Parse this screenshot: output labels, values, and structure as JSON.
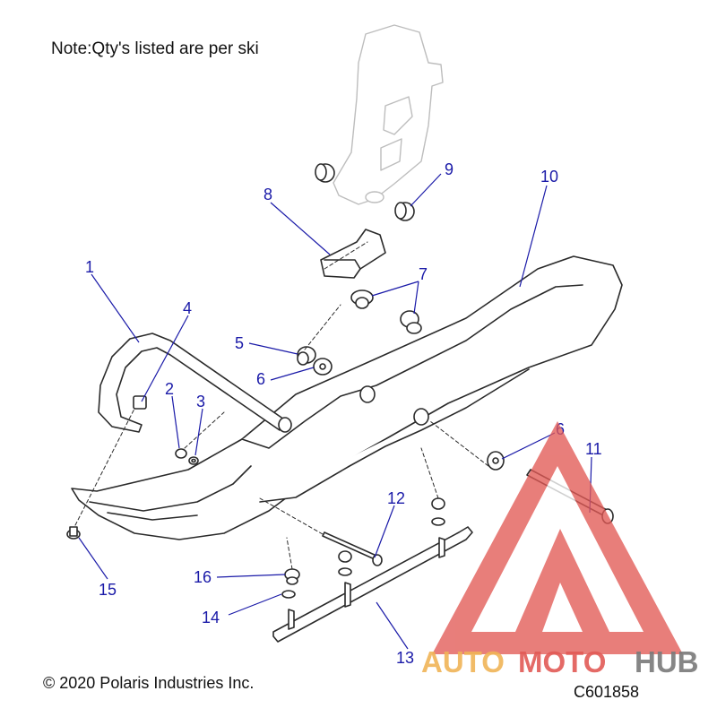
{
  "note": "Note:Qty's listed are per ski",
  "copyright": "© 2020 Polaris Industries Inc.",
  "diagram_code": "C601858",
  "colors": {
    "callout": "#1a1aa8",
    "outline": "#2a2a2a",
    "part_fill": "#ffffff",
    "logo_red": "#e25a56",
    "logo_orange": "#f0b457",
    "logo_gray": "#7a7a7a"
  },
  "callouts": [
    {
      "label": "1",
      "part": "ski-loop"
    },
    {
      "label": "2",
      "part": "nut"
    },
    {
      "label": "3",
      "part": "washer"
    },
    {
      "label": "4",
      "part": "insert"
    },
    {
      "label": "5",
      "part": "bushing"
    },
    {
      "label": "6",
      "part": "washer"
    },
    {
      "label": "6",
      "part": "washer"
    },
    {
      "label": "7",
      "part": "bushing"
    },
    {
      "label": "8",
      "part": "stop"
    },
    {
      "label": "9",
      "part": "bushing"
    },
    {
      "label": "10",
      "part": "ski"
    },
    {
      "label": "11",
      "part": "bolt"
    },
    {
      "label": "12",
      "part": "bolt"
    },
    {
      "label": "13",
      "part": "wear-bar"
    },
    {
      "label": "14",
      "part": "washer"
    },
    {
      "label": "15",
      "part": "screw"
    },
    {
      "label": "16",
      "part": "nut"
    }
  ],
  "watermark": {
    "icon": "triangle-mountain-logo",
    "word_auto": "AUTO",
    "word_moto": "MOTO",
    "word_hub": "HUB"
  }
}
